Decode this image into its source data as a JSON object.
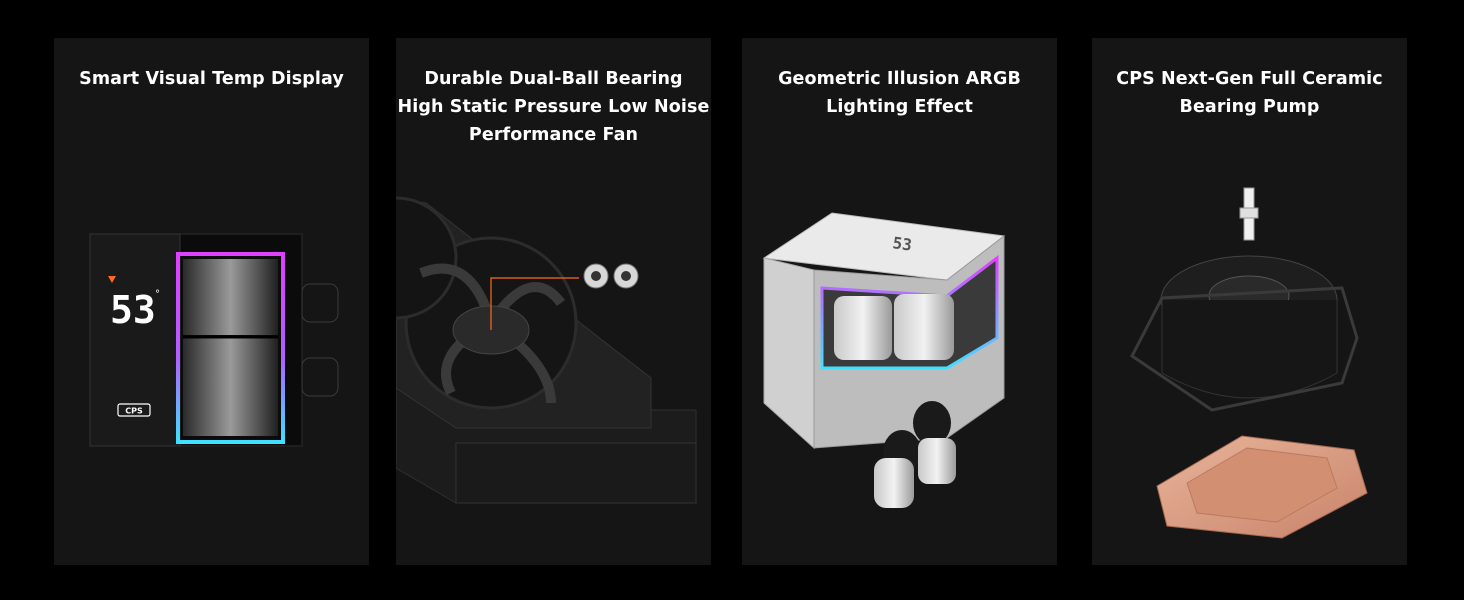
{
  "panels": [
    {
      "title_lines": [
        "Smart Visual Temp Display"
      ],
      "display": {
        "temperature": "53",
        "unit": "°",
        "logo_text": "CPS"
      }
    },
    {
      "title_lines": [
        "Durable Dual-Ball Bearing",
        "High Static Pressure Low Noise",
        "Performance Fan"
      ]
    },
    {
      "title_lines": [
        "Geometric Illusion ARGB",
        "Lighting Effect"
      ],
      "display": {
        "temperature": "53"
      }
    },
    {
      "title_lines": [
        "CPS Next-Gen Full Ceramic",
        "Bearing Pump"
      ]
    }
  ],
  "colors": {
    "background": "#000000",
    "panel": "#151515",
    "title": "#ffffff",
    "argb_pink": "#e040ff",
    "argb_cyan": "#40e0ff",
    "accent_orange": "#ff6a1a",
    "copper": "#d99a7a"
  }
}
